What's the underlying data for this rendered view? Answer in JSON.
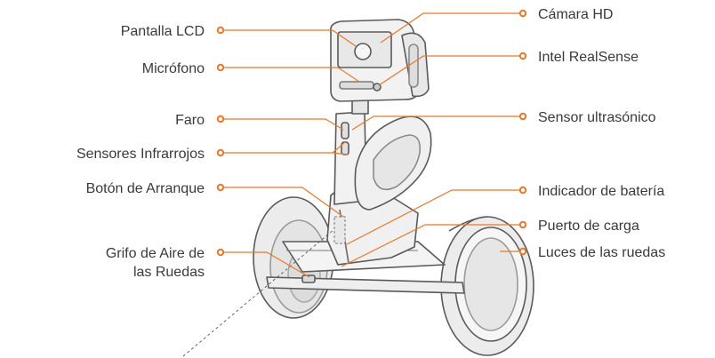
{
  "accent_color": "#e8792b",
  "outline_color": "#5a5a5a",
  "fill_color": "#f2f2f2",
  "labels_left": {
    "pantalla_lcd": "Pantalla LCD",
    "microfono": "Micrófono",
    "faro": "Faro",
    "sensores_infrarrojos": "Sensores Infrarrojos",
    "boton_arranque": "Botón de Arranque",
    "grifo_line1": "Grifo de Aire de",
    "grifo_line2": "las Ruedas"
  },
  "labels_right": {
    "camara_hd": "Cámara HD",
    "intel_realsense": "Intel RealSense",
    "sensor_ultrasonico": "Sensor ultrasónico",
    "indicador_bateria": "Indicador de batería",
    "puerto_carga": "Puerto de carga",
    "luces_ruedas": "Luces de las ruedas"
  }
}
